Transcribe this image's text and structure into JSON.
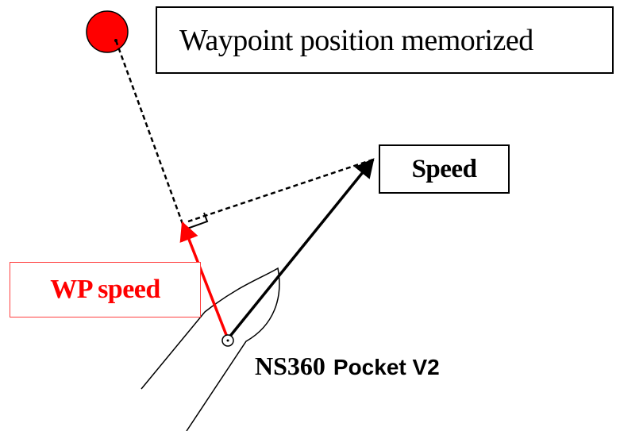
{
  "labels": {
    "waypoint_memorized": "Waypoint position memorized",
    "speed": "Speed",
    "wp_speed": "WP speed",
    "device_name": "NS360",
    "device_model": "Pocket V2"
  },
  "colors": {
    "waypoint_fill": "#ff0000",
    "wp_speed_vector": "#ff0000",
    "wp_speed_text": "#ff0000",
    "speed_vector": "#000000",
    "boat_outline": "#000000"
  },
  "icons": {
    "waypoint": "waypoint-marker-icon",
    "boat": "boat-hull-icon",
    "device_position": "device-position-icon"
  }
}
